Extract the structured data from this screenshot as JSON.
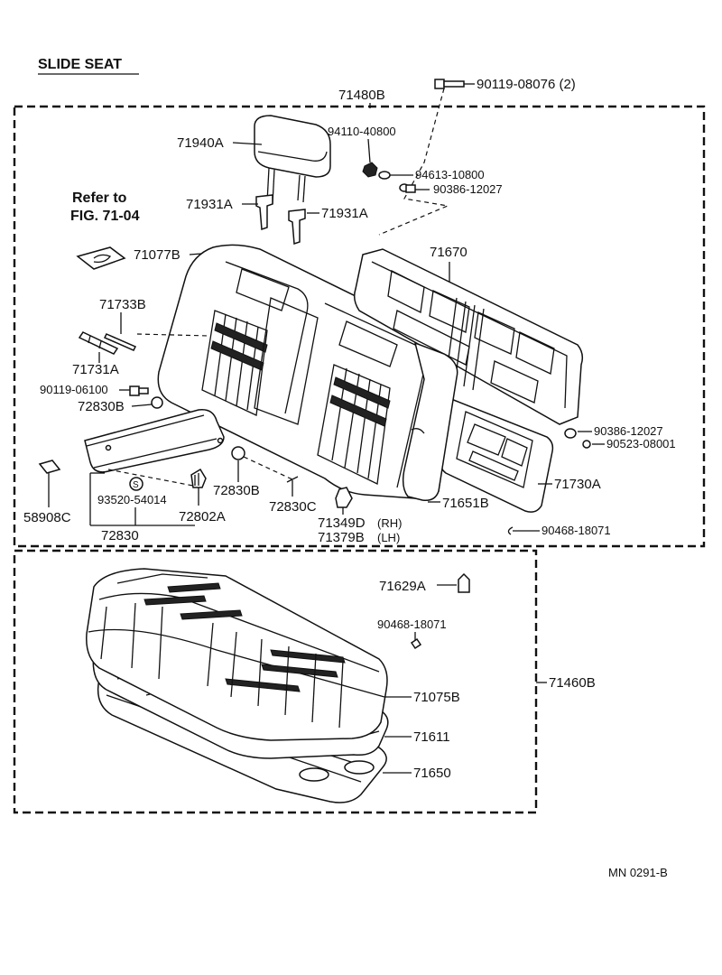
{
  "title": "SLIDE SEAT",
  "refer": {
    "line1": "Refer to",
    "line2": "FIG. 71-04"
  },
  "groups": {
    "back_assembly": "71480B",
    "cushion_assembly": "71460B",
    "armrest_assembly": "72830"
  },
  "parts": {
    "p90119_08076": "90119-08076 (2)",
    "p94110_40800": "94110-40800",
    "p94613_10800": "94613-10800",
    "p90386_12027_a": "90386-12027",
    "p71940A": "71940A",
    "p71931A_left": "71931A",
    "p71931A_right": "71931A",
    "p71077B": "71077B",
    "p71670": "71670",
    "p71733B": "71733B",
    "p71731A": "71731A",
    "p90119_06100": "90119-06100",
    "p72830B_top": "72830B",
    "p72830B_mid": "72830B",
    "p90386_12027_b": "90386-12027",
    "p90523_08001": "90523-08001",
    "p71730A": "71730A",
    "p58908C": "58908C",
    "p93520_54014": "93520-54014",
    "p72802A": "72802A",
    "p72830C": "72830C",
    "p71349D": "71349D",
    "p71349D_side": "(RH)",
    "p71379B": "71379B",
    "p71379B_side": "(LH)",
    "p71651B": "71651B",
    "p90468_18071_a": "90468-18071",
    "p71629A": "71629A",
    "p90468_18071_b": "90468-18071",
    "p71075B": "71075B",
    "p71611": "71611",
    "p71650": "71650"
  },
  "marker_s": "S",
  "footer_code": "MN  0291-B"
}
